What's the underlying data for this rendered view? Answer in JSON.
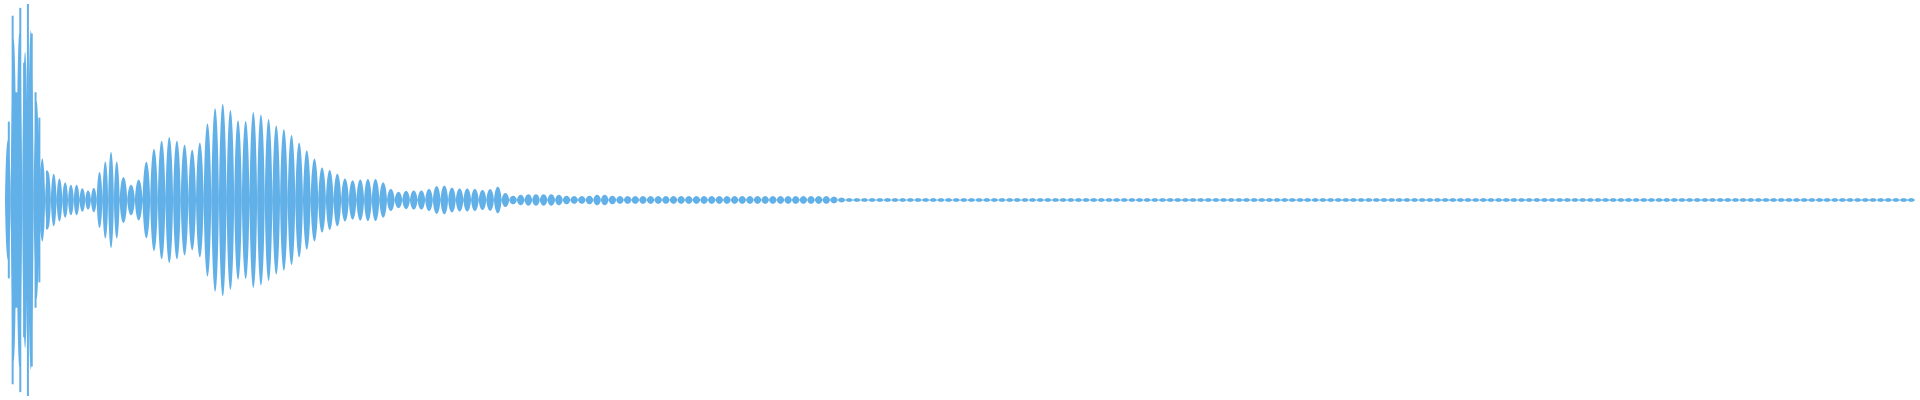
{
  "waveform": {
    "color": "#62B0E8",
    "background": "#FFFFFF",
    "envelope": [
      [
        0.0,
        0.05
      ],
      [
        0.002,
        0.4
      ],
      [
        0.004,
        0.94
      ],
      [
        0.006,
        0.55
      ],
      [
        0.008,
        0.98
      ],
      [
        0.01,
        0.7
      ],
      [
        0.012,
        1.0
      ],
      [
        0.014,
        0.85
      ],
      [
        0.016,
        0.55
      ],
      [
        0.018,
        0.42
      ],
      [
        0.02,
        0.15
      ],
      [
        0.024,
        0.15
      ],
      [
        0.03,
        0.1
      ],
      [
        0.034,
        0.08
      ],
      [
        0.038,
        0.08
      ],
      [
        0.042,
        0.05
      ],
      [
        0.046,
        0.05
      ],
      [
        0.05,
        0.16
      ],
      [
        0.056,
        0.26
      ],
      [
        0.062,
        0.12
      ],
      [
        0.068,
        0.06
      ],
      [
        0.074,
        0.2
      ],
      [
        0.08,
        0.3
      ],
      [
        0.086,
        0.33
      ],
      [
        0.094,
        0.29
      ],
      [
        0.1,
        0.25
      ],
      [
        0.106,
        0.4
      ],
      [
        0.112,
        0.52
      ],
      [
        0.118,
        0.47
      ],
      [
        0.124,
        0.39
      ],
      [
        0.13,
        0.46
      ],
      [
        0.136,
        0.44
      ],
      [
        0.142,
        0.39
      ],
      [
        0.148,
        0.36
      ],
      [
        0.154,
        0.3
      ],
      [
        0.16,
        0.24
      ],
      [
        0.166,
        0.17
      ],
      [
        0.172,
        0.15
      ],
      [
        0.18,
        0.1
      ],
      [
        0.188,
        0.11
      ],
      [
        0.196,
        0.11
      ],
      [
        0.204,
        0.04
      ],
      [
        0.212,
        0.05
      ],
      [
        0.22,
        0.05
      ],
      [
        0.228,
        0.08
      ],
      [
        0.236,
        0.06
      ],
      [
        0.244,
        0.06
      ],
      [
        0.252,
        0.05
      ],
      [
        0.258,
        0.07
      ],
      [
        0.264,
        0.02
      ],
      [
        0.272,
        0.03
      ],
      [
        0.28,
        0.03
      ],
      [
        0.288,
        0.03
      ],
      [
        0.296,
        0.02
      ],
      [
        0.304,
        0.02
      ],
      [
        0.312,
        0.03
      ],
      [
        0.32,
        0.02
      ],
      [
        0.328,
        0.02
      ],
      [
        0.336,
        0.02
      ],
      [
        0.344,
        0.02
      ],
      [
        0.352,
        0.02
      ],
      [
        0.36,
        0.02
      ],
      [
        0.368,
        0.02
      ],
      [
        0.376,
        0.02
      ],
      [
        0.384,
        0.02
      ],
      [
        0.392,
        0.02
      ],
      [
        0.4,
        0.02
      ],
      [
        0.408,
        0.02
      ],
      [
        0.416,
        0.02
      ],
      [
        0.424,
        0.02
      ],
      [
        0.432,
        0.02
      ],
      [
        0.44,
        0.01
      ],
      [
        0.448,
        0.01
      ],
      [
        0.456,
        0.01
      ],
      [
        0.464,
        0.01
      ],
      [
        0.472,
        0.01
      ],
      [
        0.48,
        0.01
      ],
      [
        0.488,
        0.01
      ],
      [
        0.496,
        0.01
      ],
      [
        0.504,
        0.01
      ],
      [
        0.512,
        0.01
      ],
      [
        0.52,
        0.01
      ],
      [
        0.528,
        0.01
      ],
      [
        0.536,
        0.01
      ],
      [
        0.544,
        0.01
      ],
      [
        0.552,
        0.01
      ],
      [
        0.56,
        0.01
      ],
      [
        0.568,
        0.01
      ],
      [
        0.576,
        0.01
      ],
      [
        0.584,
        0.01
      ],
      [
        0.592,
        0.01
      ],
      [
        0.6,
        0.01
      ],
      [
        0.608,
        0.01
      ],
      [
        0.616,
        0.01
      ],
      [
        0.624,
        0.01
      ],
      [
        0.632,
        0.01
      ],
      [
        0.64,
        0.01
      ],
      [
        0.648,
        0.01
      ],
      [
        0.656,
        0.01
      ],
      [
        0.664,
        0.01
      ],
      [
        0.672,
        0.01
      ],
      [
        0.68,
        0.01
      ],
      [
        0.688,
        0.01
      ],
      [
        0.696,
        0.01
      ],
      [
        0.704,
        0.01
      ],
      [
        0.712,
        0.01
      ],
      [
        0.72,
        0.01
      ],
      [
        0.728,
        0.01
      ],
      [
        0.736,
        0.01
      ],
      [
        0.744,
        0.01
      ],
      [
        0.752,
        0.01
      ],
      [
        0.76,
        0.01
      ],
      [
        0.768,
        0.01
      ],
      [
        0.776,
        0.01
      ],
      [
        0.784,
        0.01
      ],
      [
        0.792,
        0.01
      ],
      [
        0.8,
        0.01
      ],
      [
        0.808,
        0.01
      ],
      [
        0.816,
        0.01
      ],
      [
        0.824,
        0.01
      ],
      [
        0.832,
        0.01
      ],
      [
        0.84,
        0.01
      ],
      [
        0.848,
        0.01
      ],
      [
        0.856,
        0.01
      ],
      [
        0.864,
        0.01
      ],
      [
        0.872,
        0.01
      ],
      [
        0.88,
        0.01
      ],
      [
        0.888,
        0.01
      ],
      [
        0.896,
        0.01
      ],
      [
        0.904,
        0.01
      ],
      [
        0.912,
        0.01
      ],
      [
        0.92,
        0.01
      ],
      [
        0.928,
        0.01
      ],
      [
        0.936,
        0.01
      ],
      [
        0.944,
        0.01
      ],
      [
        0.952,
        0.01
      ],
      [
        0.96,
        0.01
      ],
      [
        0.968,
        0.01
      ],
      [
        0.976,
        0.01
      ],
      [
        0.984,
        0.01
      ],
      [
        0.992,
        0.01
      ],
      [
        1.0,
        0.01
      ]
    ],
    "lobes": [
      0.0,
      0.003,
      0.006,
      0.009,
      0.012,
      0.015,
      0.018,
      0.021,
      0.024,
      0.027,
      0.03,
      0.033,
      0.036,
      0.039,
      0.042,
      0.045,
      0.048,
      0.051,
      0.054,
      0.057,
      0.06,
      0.064,
      0.068,
      0.072,
      0.076,
      0.08,
      0.084,
      0.088,
      0.092,
      0.096,
      0.1,
      0.104,
      0.108,
      0.112,
      0.116,
      0.12,
      0.124,
      0.128,
      0.132,
      0.136,
      0.14,
      0.144,
      0.148,
      0.152,
      0.156,
      0.16,
      0.164,
      0.168,
      0.172,
      0.176,
      0.18,
      0.184,
      0.188,
      0.192,
      0.196,
      0.2,
      0.204,
      0.208,
      0.212,
      0.216,
      0.22,
      0.224,
      0.228,
      0.232,
      0.236,
      0.24,
      0.244,
      0.248,
      0.252,
      0.256,
      0.26,
      0.264,
      0.268,
      0.272,
      0.276,
      0.28,
      0.284,
      0.288,
      0.292,
      0.296,
      0.3,
      0.304,
      0.308,
      0.312,
      0.316,
      0.32,
      0.324,
      0.328,
      0.332,
      0.336,
      0.34,
      0.344,
      0.348,
      0.352,
      0.356,
      0.36,
      0.364,
      0.368,
      0.372,
      0.376,
      0.38,
      0.384,
      0.388,
      0.392,
      0.396,
      0.4,
      0.404,
      0.408,
      0.412,
      0.416,
      0.42,
      0.424,
      0.428,
      0.432,
      0.436,
      0.44,
      0.444,
      0.448,
      0.452,
      0.456,
      0.46,
      0.464,
      0.468,
      0.472,
      0.476,
      0.48,
      0.484,
      0.488,
      0.492,
      0.496,
      0.5,
      0.504,
      0.508,
      0.512,
      0.516,
      0.52,
      0.524,
      0.528,
      0.532,
      0.536,
      0.54,
      0.544,
      0.548,
      0.552,
      0.556,
      0.56,
      0.564,
      0.568,
      0.572,
      0.576,
      0.58,
      0.584,
      0.588,
      0.592,
      0.596,
      0.6,
      0.604,
      0.608,
      0.612,
      0.616,
      0.62,
      0.624,
      0.628,
      0.632,
      0.636,
      0.64,
      0.644,
      0.648,
      0.652,
      0.656,
      0.66,
      0.664,
      0.668,
      0.672,
      0.676,
      0.68,
      0.684,
      0.688,
      0.692,
      0.696,
      0.7,
      0.704,
      0.708,
      0.712,
      0.716,
      0.72,
      0.724,
      0.728,
      0.732,
      0.736,
      0.74,
      0.744,
      0.748,
      0.752,
      0.756,
      0.76,
      0.764,
      0.768,
      0.772,
      0.776,
      0.78,
      0.784,
      0.788,
      0.792,
      0.796,
      0.8,
      0.804,
      0.808,
      0.812,
      0.816,
      0.82,
      0.824,
      0.828,
      0.832,
      0.836,
      0.84,
      0.844,
      0.848,
      0.852,
      0.856,
      0.86,
      0.864,
      0.868,
      0.872,
      0.876,
      0.88,
      0.884,
      0.888,
      0.892,
      0.896,
      0.9,
      0.904,
      0.908,
      0.912,
      0.916,
      0.92,
      0.924,
      0.928,
      0.932,
      0.936,
      0.94,
      0.944,
      0.948,
      0.952,
      0.956,
      0.96,
      0.964,
      0.968,
      0.972,
      0.976,
      0.98,
      0.984,
      0.988,
      0.992,
      0.996,
      1.0
    ]
  }
}
